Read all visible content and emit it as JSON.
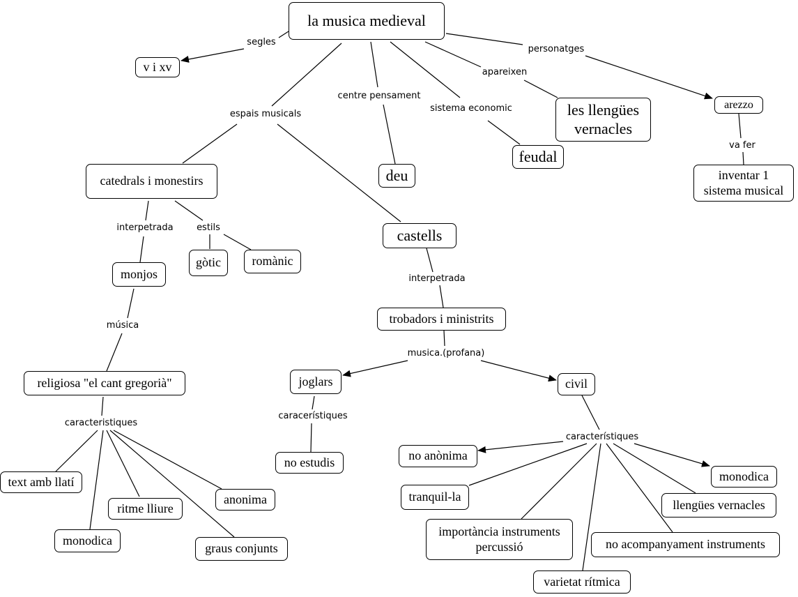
{
  "concepts": {
    "musica_medieval": "la musica medieval",
    "v_i_xv": "v i xv",
    "catedrals": "catedrals i monestirs",
    "deu": "deu",
    "llengues_vernacles": "les llengües\nvernacles",
    "feudal": "feudal",
    "arezzo": "arezzo",
    "inventar": "inventar 1\nsistema musical",
    "castells": "castells",
    "monjos": "monjos",
    "gotic": "gòtic",
    "romanic": "romànic",
    "trobadors": "trobadors i ministrits",
    "religiosa": "religiosa \"el cant gregorià\"",
    "joglars": "joglars",
    "civil": "civil",
    "no_estudis": "no estudis",
    "no_anonima": "no anònima",
    "monodica_civil": "monodica",
    "tranquil_la": "tranquil-la",
    "llengues_vernacles_civil": "llengües vernacles",
    "importancia": "importància instruments\npercussió",
    "no_acompanyament": "no acompanyament instruments",
    "varietat": "varietat rítmica",
    "text_llati": "text amb llatí",
    "anonima": "anonima",
    "ritme_lliure": "ritme lliure",
    "monodica_rel": "monodica",
    "graus": "graus conjunts"
  },
  "links": {
    "segles": "segles",
    "personatges": "personatges",
    "apareixen": "apareixen",
    "centre_pensament": "centre pensament",
    "sistema_economic": "sistema economic",
    "espais_musicals": "espais musicals",
    "va_fer": "va fer",
    "interpetrada_cat": "interpetrada",
    "estils": "estils",
    "interpetrada_cast": "interpetrada",
    "musica": "música",
    "musica_profana": "musica.(profana)",
    "caracteristiques_rel": "caracteristiques",
    "caracteristiques_jog": "caracerístiques",
    "caracteristiques_civ": "característiques"
  }
}
